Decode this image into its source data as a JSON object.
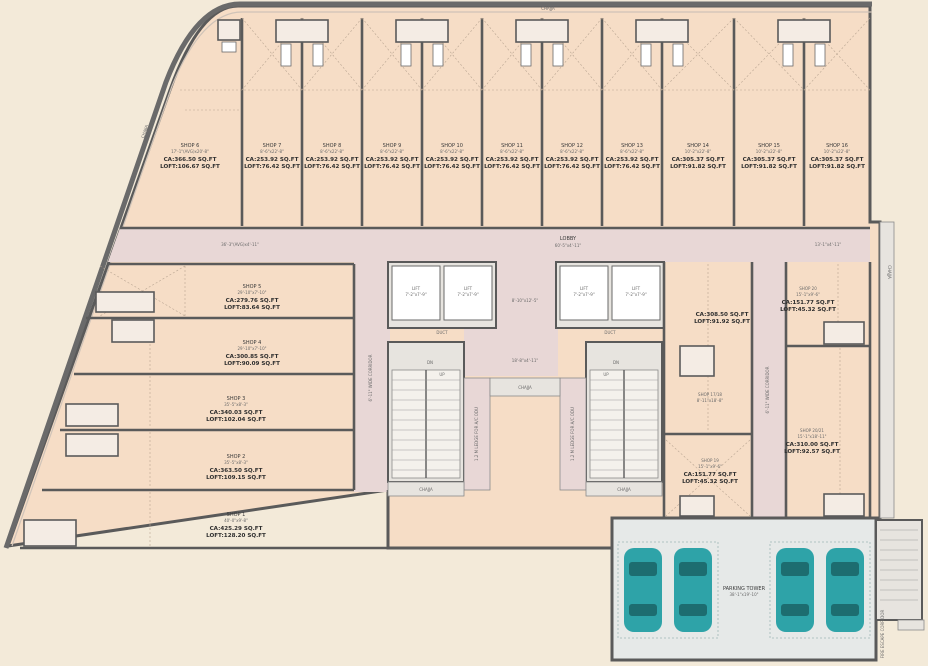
{
  "plan": {
    "chajja_labels": [
      "CHAJJA",
      "CHAJJA",
      "CHAJJA",
      "CHAJJA",
      "CHAJJA",
      "CHAJJA"
    ],
    "lobby": {
      "title": "LOBBY",
      "dim": "60'-5\"x4'-11\""
    },
    "corridor_left_dim": "36'-3\"(AVG)x4'-11\"",
    "corridor_right_dim": "13'-1\"x4'-11\"",
    "lobby_center_dim": "8'-10\"x12'-5\"",
    "lobby_lower_dim": "18'-8\"x4'-11\"",
    "corridor_vertical": "6'-11\" WIDE CORRIDOR",
    "ledge_label": "1.2 M LEDGE FOR A/C ODU",
    "lift_label": "LIFT",
    "lift_dim": "7'-2\"x7'-9\"",
    "duct_label": "DUCT",
    "stair_dn": "DN",
    "stair_up": "UP",
    "fire_escape": "FIRE ESCAPE CORRIDOR",
    "parking": {
      "title": "PARKING TOWER",
      "dim": "38'-1\"x19'-10\""
    },
    "top_shops": [
      {
        "name": "SHOP 6",
        "dim": "17'-1\"(AVG)x20'-8\"",
        "ca": "CA:366.50 SQ.FT",
        "loft": "LOFT:106.67 SQ.FT"
      },
      {
        "name": "SHOP 7",
        "dim": "8'-6\"x22'-8\"",
        "ca": "CA:253.92 SQ.FT",
        "loft": "LOFT:76.42 SQ.FT"
      },
      {
        "name": "SHOP 8",
        "dim": "8'-6\"x22'-8\"",
        "ca": "CA:253.92 SQ.FT",
        "loft": "LOFT:76.42 SQ.FT"
      },
      {
        "name": "SHOP 9",
        "dim": "8'-6\"x22'-8\"",
        "ca": "CA:253.92 SQ.FT",
        "loft": "LOFT:76.42 SQ.FT"
      },
      {
        "name": "SHOP 10",
        "dim": "8'-6\"x22'-8\"",
        "ca": "CA:253.92 SQ.FT",
        "loft": "LOFT:76.42 SQ.FT"
      },
      {
        "name": "SHOP 11",
        "dim": "8'-6\"x22'-8\"",
        "ca": "CA:253.92 SQ.FT",
        "loft": "LOFT:76.42 SQ.FT"
      },
      {
        "name": "SHOP 12",
        "dim": "8'-6\"x22'-8\"",
        "ca": "CA:253.92 SQ.FT",
        "loft": "LOFT:76.42 SQ.FT"
      },
      {
        "name": "SHOP 13",
        "dim": "8'-6\"x22'-8\"",
        "ca": "CA:253.92 SQ.FT",
        "loft": "LOFT:76.42 SQ.FT"
      },
      {
        "name": "SHOP 14",
        "dim": "10'-2\"x22'-8\"",
        "ca": "CA:305.37 SQ.FT",
        "loft": "LOFT:91.82 SQ.FT"
      },
      {
        "name": "SHOP 15",
        "dim": "10'-2\"x22'-8\"",
        "ca": "CA:305.37 SQ.FT",
        "loft": "LOFT:91.82 SQ.FT"
      },
      {
        "name": "SHOP 16",
        "dim": "10'-2\"x22'-8\"",
        "ca": "CA:305.37 SQ.FT",
        "loft": "LOFT:91.82 SQ.FT"
      }
    ],
    "left_shops": [
      {
        "name": "SHOP 5",
        "dim": "29'-10\"x7'-10\"",
        "ca": "CA:279.76 SQ.FT",
        "loft": "LOFT:83.64 SQ.FT"
      },
      {
        "name": "SHOP 4",
        "dim": "29'-10\"x7'-10\"",
        "ca": "CA:300.85 SQ.FT",
        "loft": "LOFT:90.09 SQ.FT"
      },
      {
        "name": "SHOP 3",
        "dim": "35'-5\"x8'-3\"",
        "ca": "CA:340.03 SQ.FT",
        "loft": "LOFT:102.04 SQ.FT"
      },
      {
        "name": "SHOP 2",
        "dim": "35'-5\"x8'-3\"",
        "ca": "CA:363.50 SQ.FT",
        "loft": "LOFT:109.15 SQ.FT"
      },
      {
        "name": "SHOP 1",
        "dim": "40'-0\"x9'-8\"",
        "ca": "CA:425.29 SQ.FT",
        "loft": "LOFT:128.20 SQ.FT"
      }
    ],
    "right_shops": [
      {
        "name": "SHOP 17/18",
        "dim": "8'-11\"x18'-8\"",
        "ca": "CA:308.50 SQ.FT",
        "loft": "LOFT:91.92 SQ.FT"
      },
      {
        "name": "SHOP 19",
        "dim": "15'-1\"x9'-6\"",
        "ca": "CA:151.77 SQ.FT",
        "loft": "LOFT:45.32 SQ.FT"
      },
      {
        "name": "SHOP 20",
        "dim": "15'-1\"x9'-6\"",
        "ca": "CA:151.77 SQ.FT",
        "loft": "LOFT:45.32 SQ.FT"
      },
      {
        "name": "SHOP 20/21",
        "dim": "15'-1\"x18'-11\"",
        "ca": "CA:310.00 SQ.FT",
        "loft": "LOFT:92.57 SQ.FT"
      }
    ],
    "colors": {
      "background": "#f3ead9",
      "shop_fill": "#f6ddc6",
      "corridor_fill": "#e8d7d6",
      "wall": "#555555",
      "core_fill": "#e7e4df",
      "car": "#2ea3a8",
      "parking_fill": "#e6e9e8"
    }
  }
}
